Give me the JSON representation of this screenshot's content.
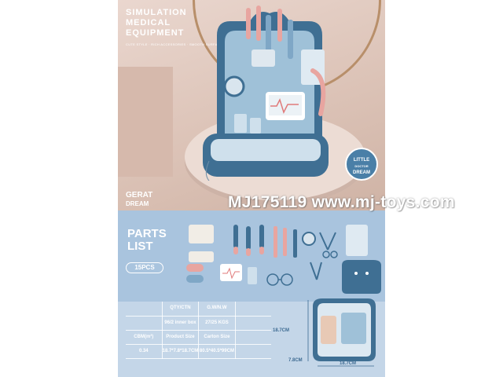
{
  "header": {
    "title_lines": [
      "SIMULATION",
      "MEDICAL",
      "EQUIPMENT"
    ],
    "subtitle": "CUTE STYLE · RICH ACCESSORIES · SMOOTH SURFACE"
  },
  "brand": {
    "line1": "GERAT",
    "line2": "DREAM"
  },
  "badge": {
    "line1": "LITTLE",
    "line2": "DOCTOR",
    "line3": "DREAM"
  },
  "watermark": "MJ175119 www.mj-toys.com",
  "parts": {
    "title_line1": "PARTS",
    "title_line2": "LIST",
    "count": "15PCS"
  },
  "spec_table": {
    "rows": [
      [
        "",
        "QTY/CTN",
        "G.W/N.W",
        ""
      ],
      [
        "",
        "96/2 inner box",
        "27/25 KGS",
        ""
      ],
      [
        "CBM(m³)",
        "Product Size",
        "Carton Size",
        ""
      ],
      [
        "0.34",
        "18.7*7.8*18.7CM",
        "80.5*40.5*99CM",
        ""
      ]
    ]
  },
  "box_dims": {
    "height": "18.7CM",
    "depth": "7.8CM",
    "width": "18.7CM"
  },
  "colors": {
    "hero_bg": "#dcc3b7",
    "kit_blue": "#3f6f93",
    "kit_light": "#8fb4cf",
    "parts_bg": "#a9c4de",
    "accent_pink": "#e8a5a0"
  }
}
